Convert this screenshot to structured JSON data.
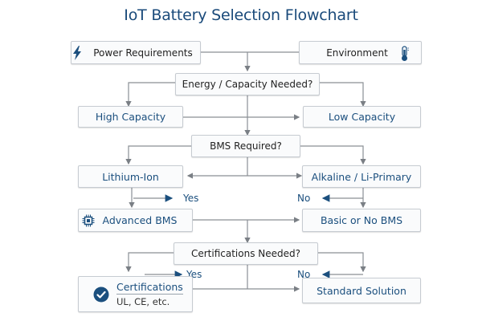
{
  "title": "IoT Battery Selection Flowchart",
  "colors": {
    "accent": "#1b4f7e",
    "line": "#8a8f95",
    "node_bg": "#fafbfc",
    "node_border": "#c6cbd1"
  },
  "nodes": {
    "power": {
      "label": "Power Requirements",
      "icon": "lightning-bolt-icon"
    },
    "environment": {
      "label": "Environment",
      "icon": "thermometer-icon"
    },
    "energy_question": {
      "label": "Energy / Capacity Needed?"
    },
    "high_capacity": {
      "label": "High Capacity"
    },
    "low_capacity": {
      "label": "Low Capacity"
    },
    "bms_question": {
      "label": "BMS Required?"
    },
    "lithium_ion": {
      "label": "Lithium-Ion"
    },
    "alkaline": {
      "label": "Alkaline / Li-Primary"
    },
    "advanced_bms": {
      "label": "Advanced BMS",
      "icon": "chip-icon"
    },
    "basic_bms": {
      "label": "Basic or No BMS"
    },
    "cert_question": {
      "label": "Certifications Needed?"
    },
    "certifications": {
      "label": "Certifications",
      "sublabel": "UL, CE, etc.",
      "icon": "checkmark-circle-icon"
    },
    "standard": {
      "label": "Standard Solution"
    }
  },
  "edge_labels": {
    "bms_yes": "Yes",
    "bms_no": "No",
    "cert_yes": "Yes",
    "cert_no": "No"
  }
}
